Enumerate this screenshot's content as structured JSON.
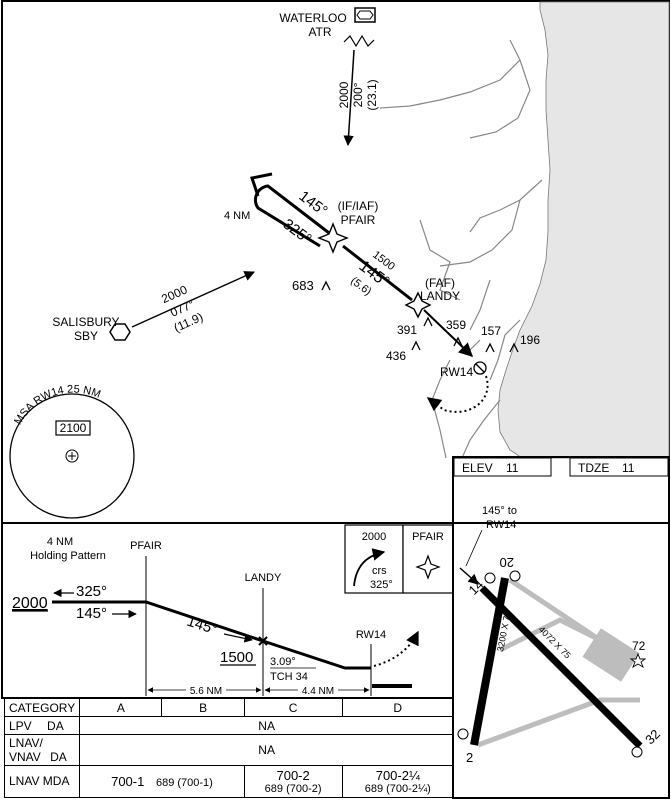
{
  "plan": {
    "waterloo": {
      "name": "WATERLOO",
      "id": "ATR"
    },
    "waterloo_leg": {
      "alt": "2000",
      "crs": "200°",
      "dist": "(23.1)"
    },
    "salisbury": {
      "name": "SALISBURY",
      "id": "SBY"
    },
    "salisbury_leg": {
      "alt": "2000",
      "crs": "077°",
      "dist": "(11.9)"
    },
    "hold": {
      "dist": "4 NM",
      "inbound": "145°",
      "outbound": "325°"
    },
    "pfair": {
      "role": "(IF/IAF)",
      "name": "PFAIR"
    },
    "pfair_leg": {
      "alt": "1500",
      "crs": "145°",
      "dist": "(5.6)"
    },
    "landy": {
      "role": "(FAF)",
      "name": "LANDY"
    },
    "runway_label": "RW14",
    "msa": {
      "label": "MSA RW14 25 NM",
      "alt": "2100"
    },
    "obstacles": [
      "683",
      "391",
      "359",
      "157",
      "196",
      "436"
    ]
  },
  "profile": {
    "holding": {
      "line1": "4 NM",
      "line2": "Holding Pattern"
    },
    "pfair": "PFAIR",
    "landy": "LANDY",
    "rw14": "RW14",
    "alt_2000": "2000",
    "alt_1500": "1500",
    "crs_out": "325°",
    "crs_in": "145°",
    "crs_seg": "145°",
    "gs": "3.09°",
    "tch": "TCH 34",
    "dist1": "5.6 NM",
    "dist2": "4.4 NM",
    "missed_box": {
      "alt": "2000",
      "crs_word": "crs",
      "crs": "325°"
    },
    "fix_box": "PFAIR"
  },
  "airport": {
    "elev_label": "ELEV",
    "elev": "11",
    "tdze_label": "TDZE",
    "tdze": "11",
    "approach_note": {
      "line1": "145° to",
      "line2": "RW14"
    },
    "rwy_20": "20",
    "rwy_14": "14",
    "rwy_2": "2",
    "rwy_32": "32",
    "dim_1": "3200 X 75",
    "dim_2": "4072 X 75",
    "beacon_elev": "72"
  },
  "minimums": {
    "header": [
      "CATEGORY",
      "A",
      "B",
      "C",
      "D"
    ],
    "lpv": {
      "label": "LPV",
      "da": "DA",
      "value": "NA"
    },
    "lnav_vnav": {
      "label1": "LNAV/",
      "label2": "VNAV",
      "da": "DA",
      "value": "NA"
    },
    "lnav": {
      "label": "LNAV MDA",
      "ab_main": "700-1",
      "ab_sub": "689 (700-1)",
      "c_main": "700-2",
      "c_sub": "689 (700-2)",
      "d_main": "700-2¼",
      "d_sub": "689 (700-2¼)"
    }
  },
  "colors": {
    "coast": "#e6e6e6",
    "runway": "#000000",
    "runway_light": "#bdbdbd"
  }
}
